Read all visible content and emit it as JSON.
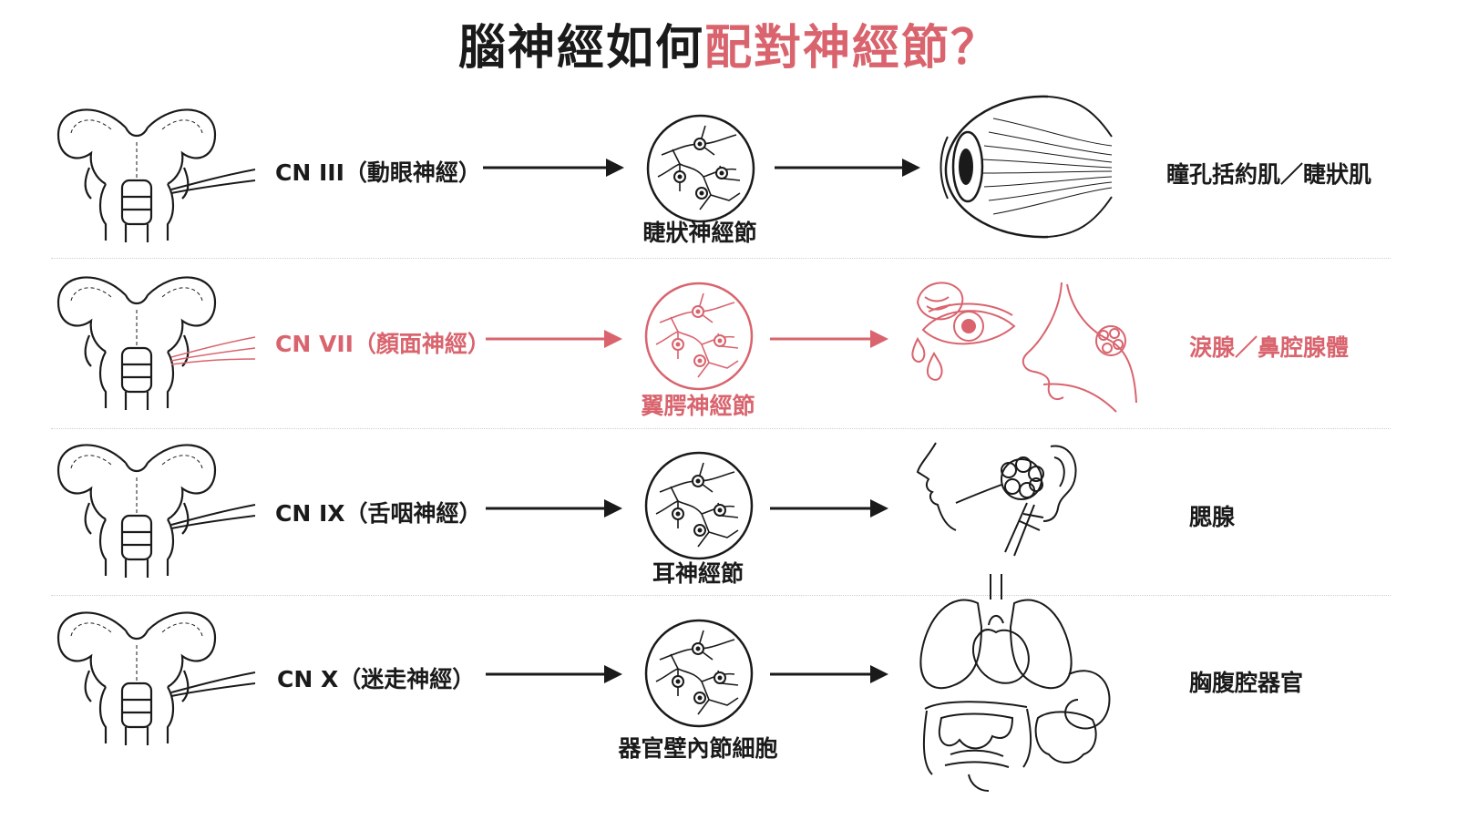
{
  "title": {
    "part1": "腦神經如何",
    "part2": "配對神經節？"
  },
  "colors": {
    "ink": "#1a1a1a",
    "accent": "#d9646e",
    "divider": "#cfcfcf"
  },
  "rows": [
    {
      "nerve": "CN III（動眼神經）",
      "ganglion": "睫狀神經節",
      "target": "瞳孔括約肌／睫狀肌",
      "organ_icon": "eyeball-icon",
      "highlight": false
    },
    {
      "nerve": "CN VII（顏面神經）",
      "ganglion": "翼腭神經節",
      "target": "淚腺／鼻腔腺體",
      "organ_icon": "lacrimal-nasal-icon",
      "highlight": true
    },
    {
      "nerve": "CN IX（舌咽神經）",
      "ganglion": "耳神經節",
      "target": "腮腺",
      "organ_icon": "parotid-gland-icon",
      "highlight": false
    },
    {
      "nerve": "CN X（迷走神經）",
      "ganglion": "器官壁內節細胞",
      "target": "胸腹腔器官",
      "organ_icon": "thoracoabdominal-organs-icon",
      "highlight": false
    }
  ]
}
